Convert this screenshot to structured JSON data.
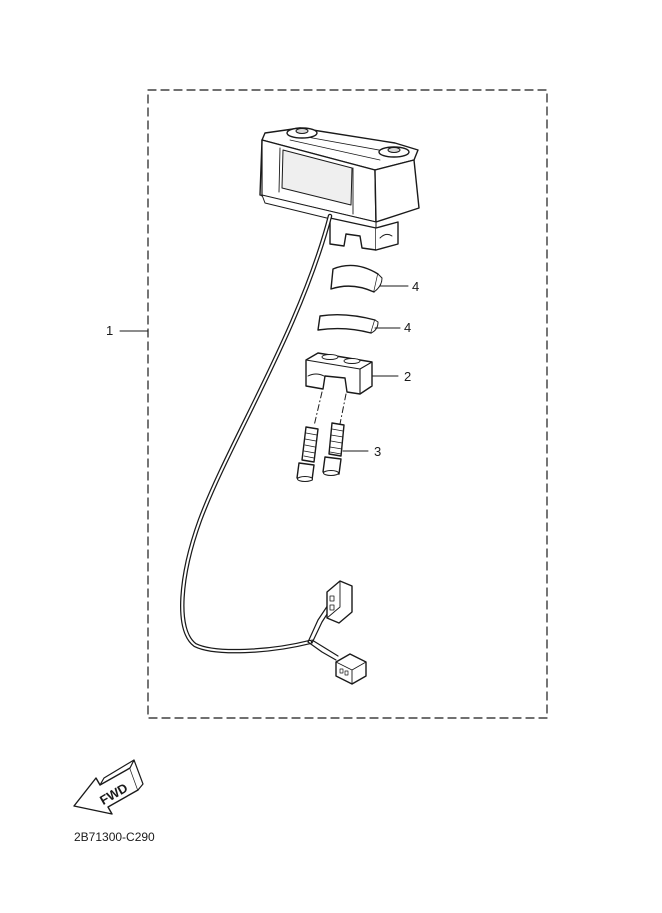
{
  "callouts": {
    "p1": "1",
    "p2": "2",
    "p3": "3",
    "p4a": "4",
    "p4b": "4"
  },
  "fwd_arrow": {
    "label": "FWD",
    "icon": "forward-direction-arrow-icon"
  },
  "diagram_code": "2B71300-C290",
  "colors": {
    "line": "#1a1a1a",
    "fill": "#ffffff",
    "shade": "#d9d9d9"
  }
}
